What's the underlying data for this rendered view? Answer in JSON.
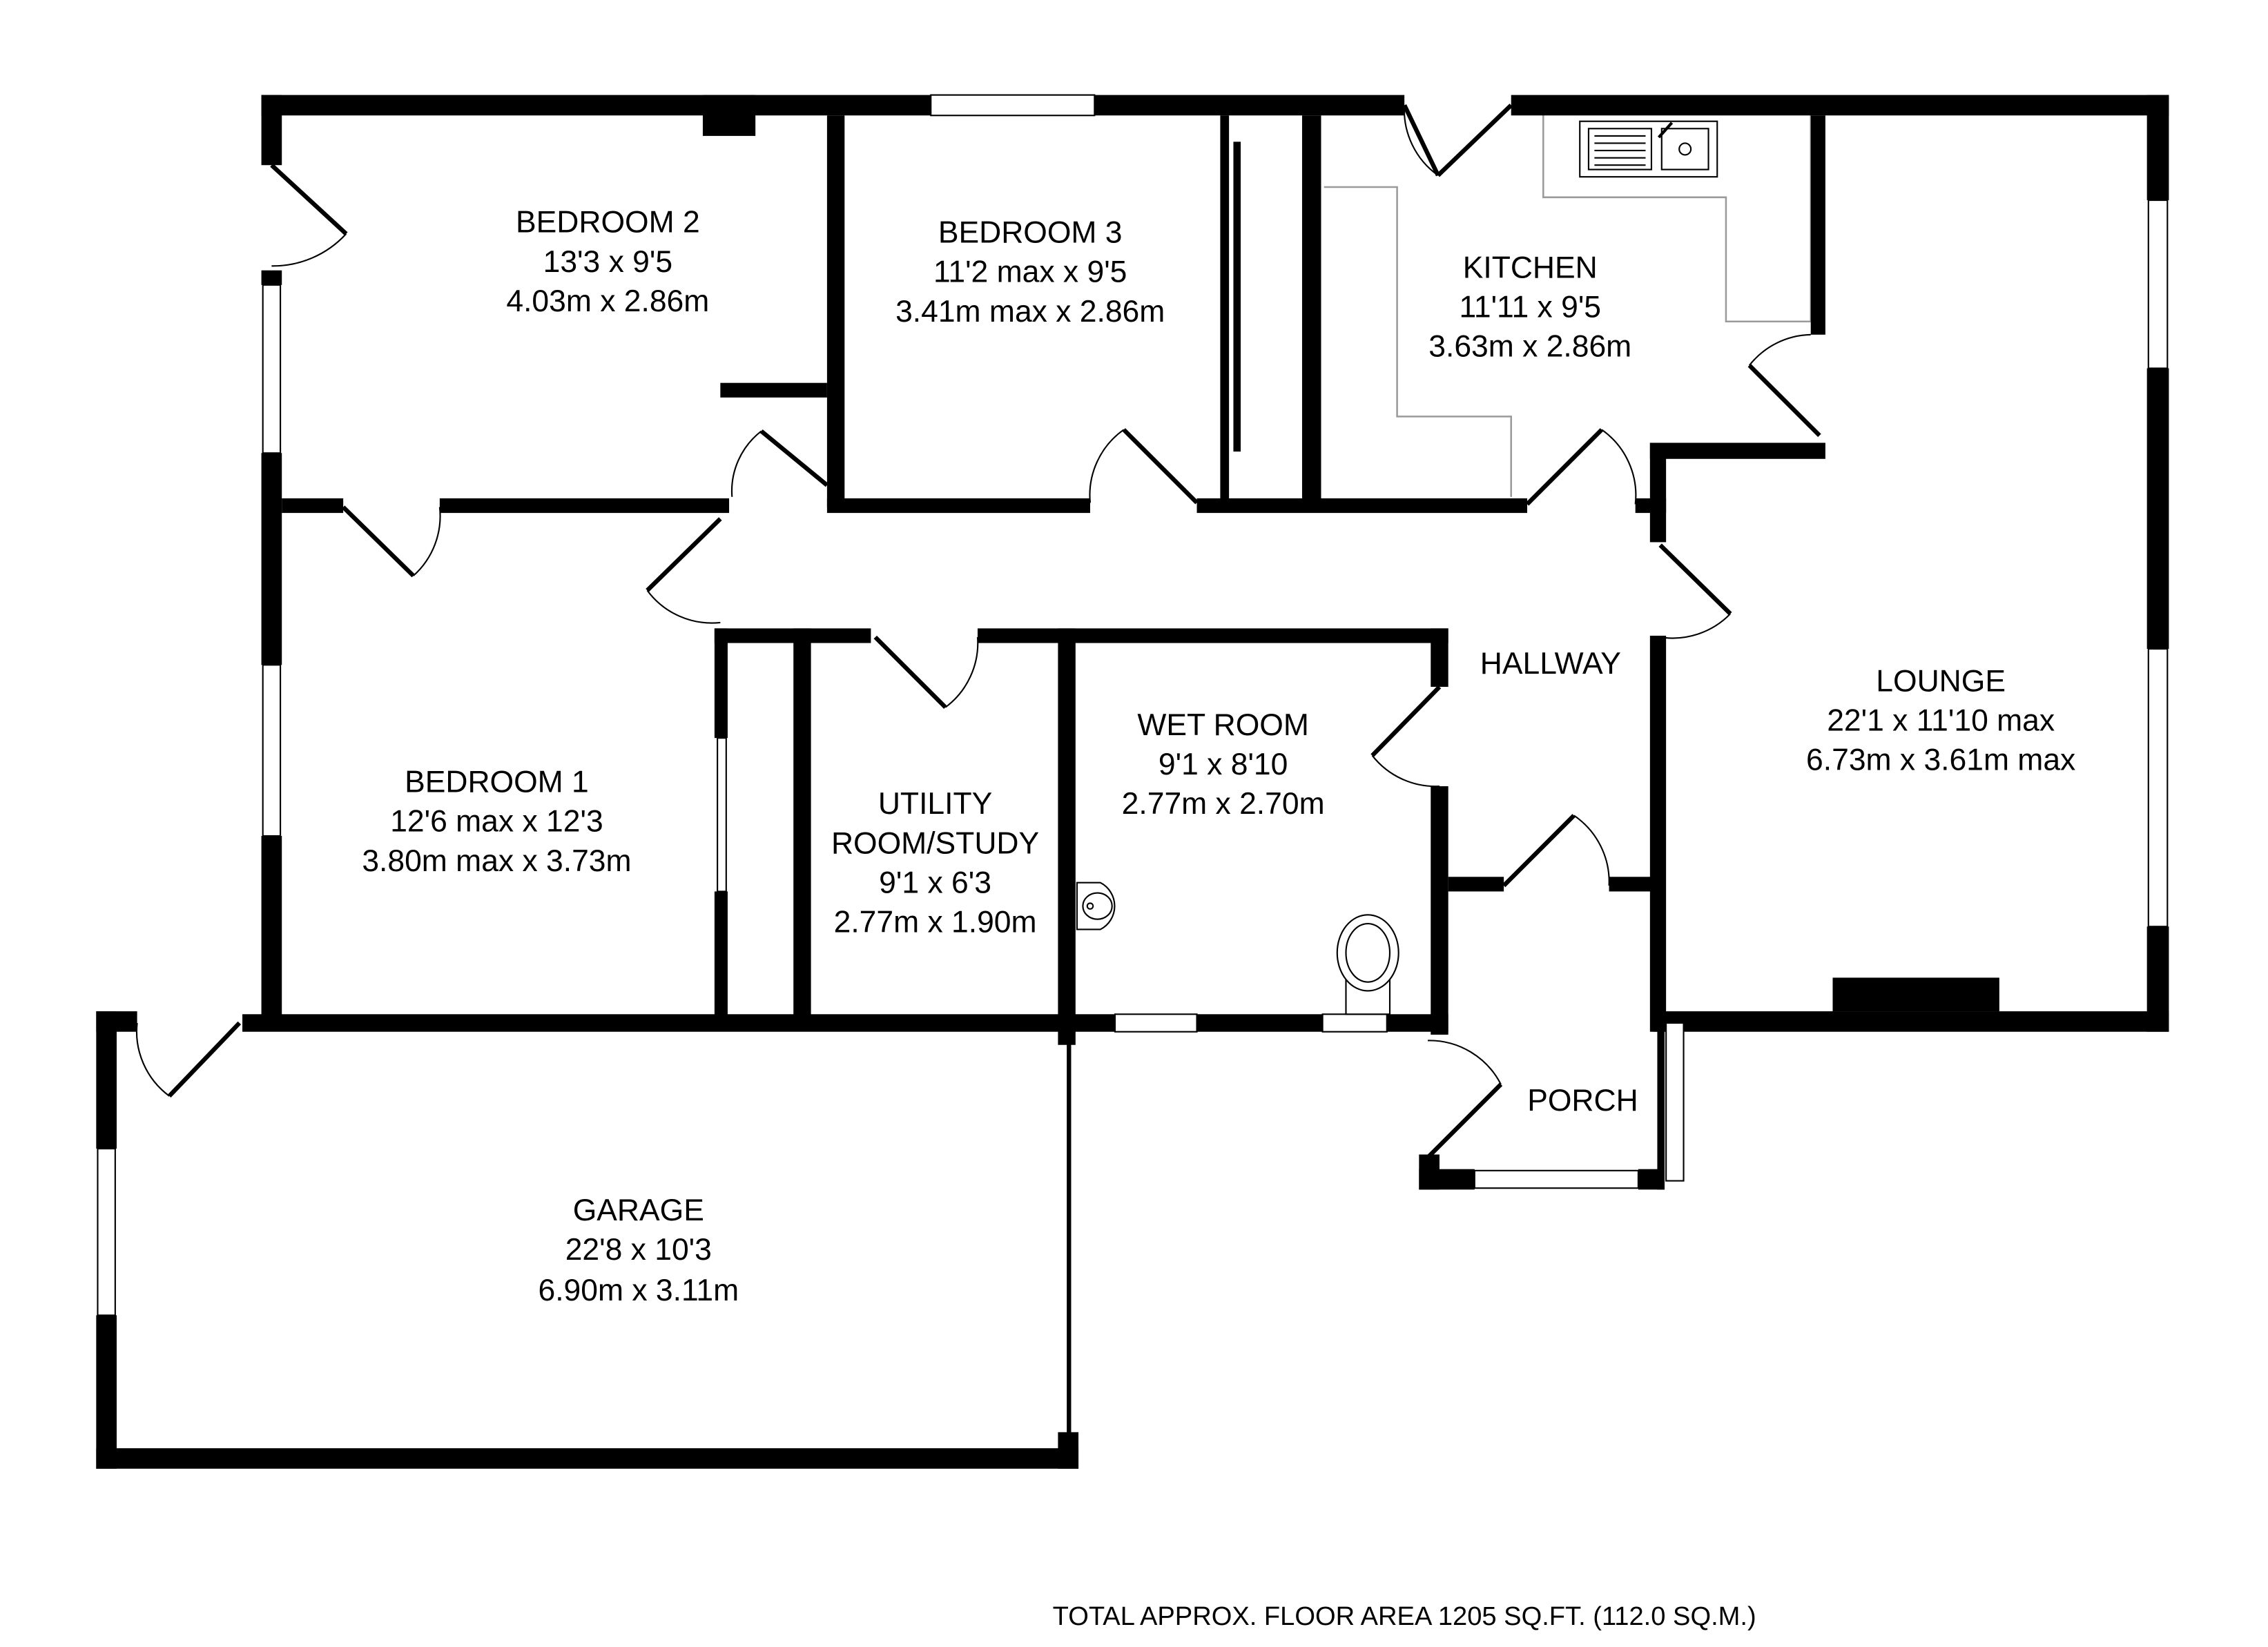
{
  "rooms": {
    "bedroom2": {
      "name": "BEDROOM 2",
      "size_imperial": "13'3 x 9'5",
      "size_metric": "4.03m x 2.86m"
    },
    "bedroom3": {
      "name": "BEDROOM 3",
      "size_imperial": "11'2 max x 9'5",
      "size_metric": "3.41m max x 2.86m"
    },
    "kitchen": {
      "name": "KITCHEN",
      "size_imperial": "11'11 x 9'5",
      "size_metric": "3.63m x 2.86m"
    },
    "lounge": {
      "name": "LOUNGE",
      "size_imperial": "22'1 x 11'10 max",
      "size_metric": "6.73m x 3.61m max"
    },
    "hallway": {
      "name": "HALLWAY"
    },
    "bedroom1": {
      "name": "BEDROOM 1",
      "size_imperial": "12'6 max x 12'3",
      "size_metric": "3.80m max x 3.73m"
    },
    "utility": {
      "name_line1": "UTILITY",
      "name_line2": "ROOM/STUDY",
      "size_imperial": "9'1 x 6'3",
      "size_metric": "2.77m x 1.90m"
    },
    "wetroom": {
      "name": "WET ROOM",
      "size_imperial": "9'1 x 8'10",
      "size_metric": "2.77m x 2.70m"
    },
    "porch": {
      "name": "PORCH"
    },
    "garage": {
      "name": "GARAGE",
      "size_imperial": "22'8 x 10'3",
      "size_metric": "6.90m x 3.11m"
    }
  },
  "footer": {
    "total_area": "TOTAL APPROX. FLOOR AREA 1205 SQ.FT. (112.0 SQ.M.)"
  },
  "colors": {
    "wall": "#000000",
    "fixture_outline": "#9a9a9a",
    "background": "#ffffff"
  }
}
